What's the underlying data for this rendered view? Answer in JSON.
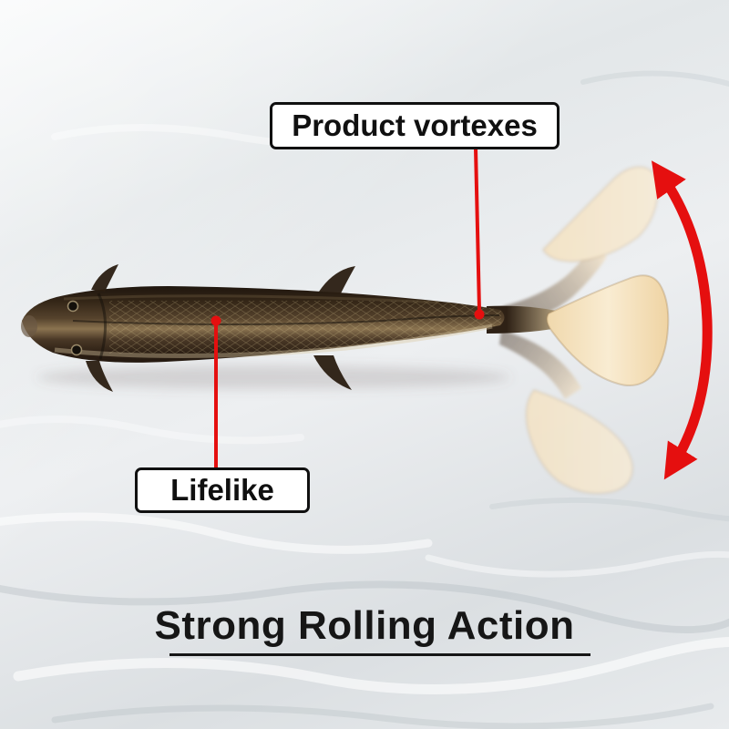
{
  "callouts": {
    "vortexes": {
      "label": "Product vortexes"
    },
    "lifelike": {
      "label": "Lifelike"
    }
  },
  "caption": {
    "title": "Strong Rolling Action"
  },
  "colors": {
    "accent_red": "#e50f0f",
    "callout_border": "#101010",
    "callout_background": "#ffffff",
    "lure_body_dark": "#2c2013",
    "lure_scale_band": "#8a7350",
    "tail_fin_cream": "#f6e4c2",
    "water_background": "#e6e9eb",
    "title_text": "#161616"
  }
}
